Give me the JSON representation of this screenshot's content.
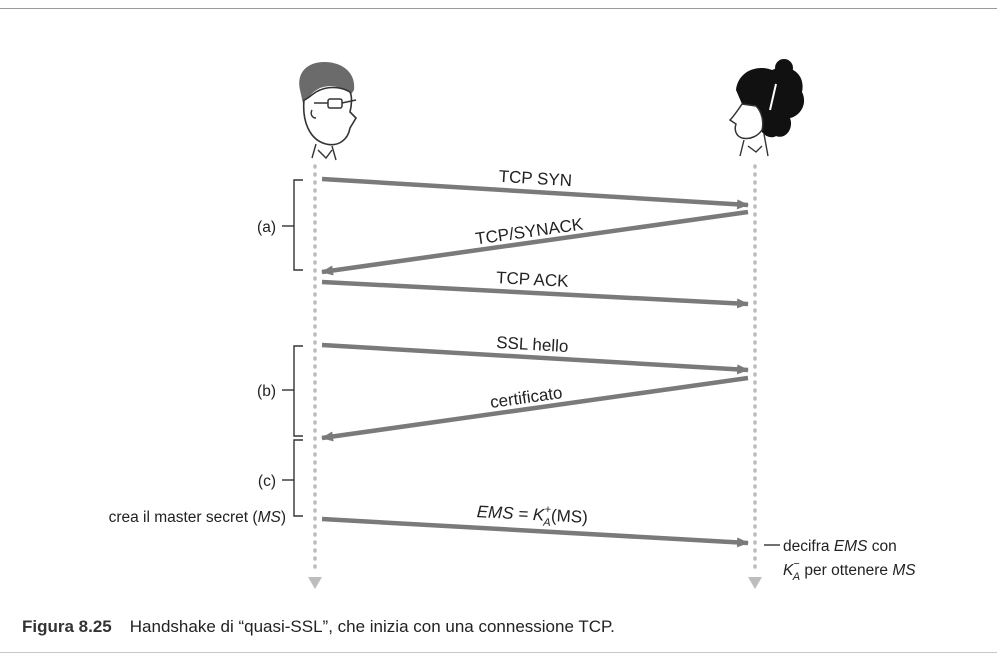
{
  "figure": {
    "caption_number": "Figura 8.25",
    "caption_text": "Handshake di “quasi-SSL”, che inizia con una connessione TCP."
  },
  "actors": [
    {
      "name": "alice-avatar"
    },
    {
      "name": "bob-avatar"
    }
  ],
  "messages": {
    "tcp_syn": "TCP SYN",
    "tcp_synack": "TCP/SYNACK",
    "tcp_ack": "TCP ACK",
    "ssl_hello": "SSL hello",
    "certificato": "certificato",
    "ems": {
      "prefix": "EMS = K",
      "sup": "+",
      "sub": "A",
      "suffix": "(MS)"
    }
  },
  "phases": {
    "a": "(a)",
    "b": "(b)",
    "c": "(c)"
  },
  "notes": {
    "master_secret": {
      "text": "crea il master secret (",
      "em": "MS",
      "close": ")"
    },
    "decrypt": {
      "line1_text": "decifra ",
      "line1_em": "EMS",
      "line1_tail": " con",
      "line2_key": "K",
      "line2_sup": "−",
      "line2_sub": "A",
      "line2_text": " per ottenere ",
      "line2_em": "MS"
    }
  },
  "colors": {
    "arrow": "#7a7a7a",
    "lifeline": "#bdbdbd",
    "bracket": "#333333"
  }
}
